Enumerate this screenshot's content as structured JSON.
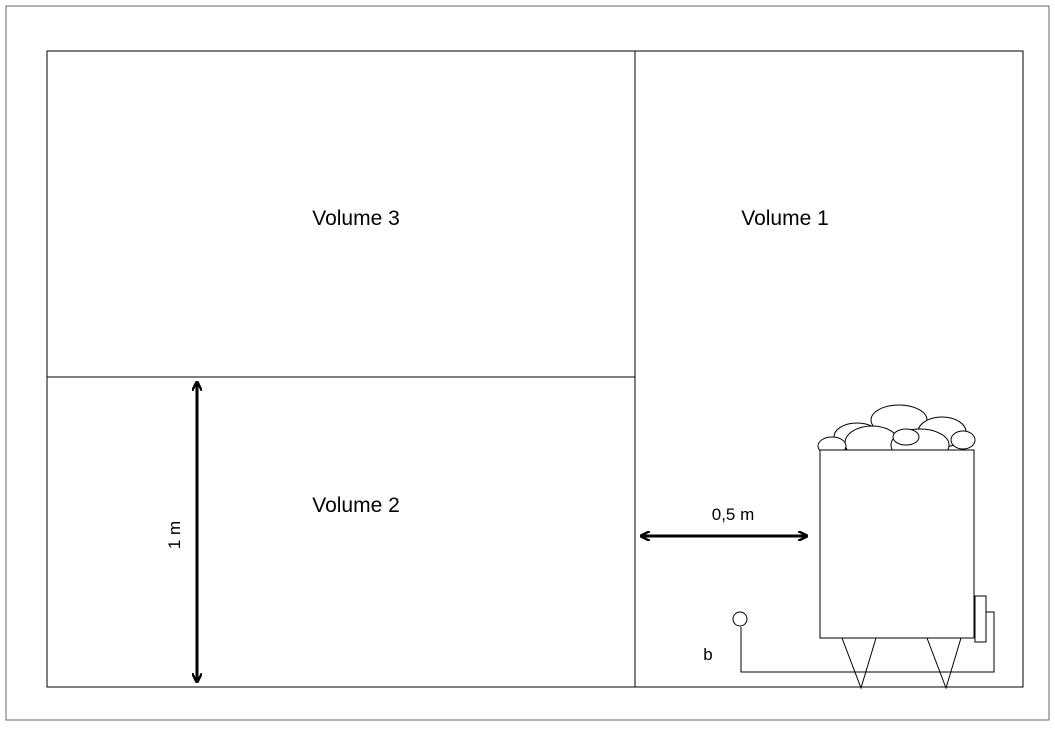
{
  "diagram": {
    "zones": {
      "volume_3": "Volume 3",
      "volume_1": "Volume 1",
      "volume_2": "Volume 2"
    },
    "dimensions": {
      "vertical": "1 m",
      "horizontal": "0,5 m"
    },
    "labels": {
      "control": "b"
    },
    "colors": {
      "line": "#000000",
      "background": "#ffffff"
    }
  }
}
